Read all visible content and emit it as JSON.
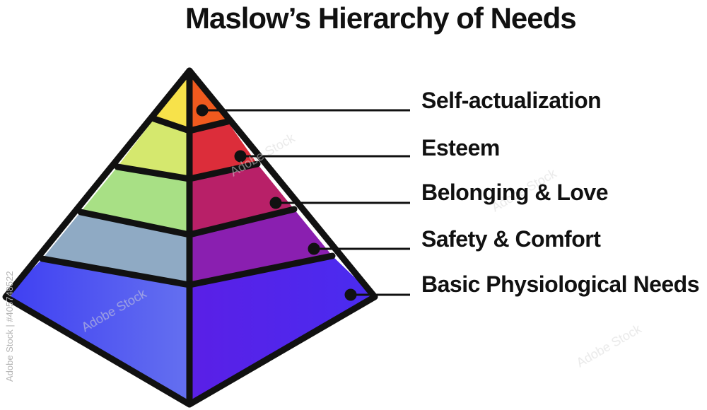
{
  "title": "Maslow’s Hierarchy of Needs",
  "levels": [
    {
      "label": "Self-actualization",
      "left_color": "#f7e24a",
      "right_color": "#f05a1e"
    },
    {
      "label": "Esteem",
      "left_color": "#d5e86e",
      "right_color": "#dc2d3a"
    },
    {
      "label": "Belonging & Love",
      "left_color": "#a8e085",
      "right_color": "#b82068"
    },
    {
      "label": "Safety & Comfort",
      "left_color": "#8faac4",
      "right_color": "#8a1fb0"
    },
    {
      "label": "Basic Physiological Needs",
      "left_color": "#4a4ef0",
      "right_color": "#5a1fe6"
    }
  ],
  "outline_color": "#111111",
  "watermark": {
    "side_text": "Adobe Stock | #405748522",
    "tile_text": "Adobe Stock"
  }
}
